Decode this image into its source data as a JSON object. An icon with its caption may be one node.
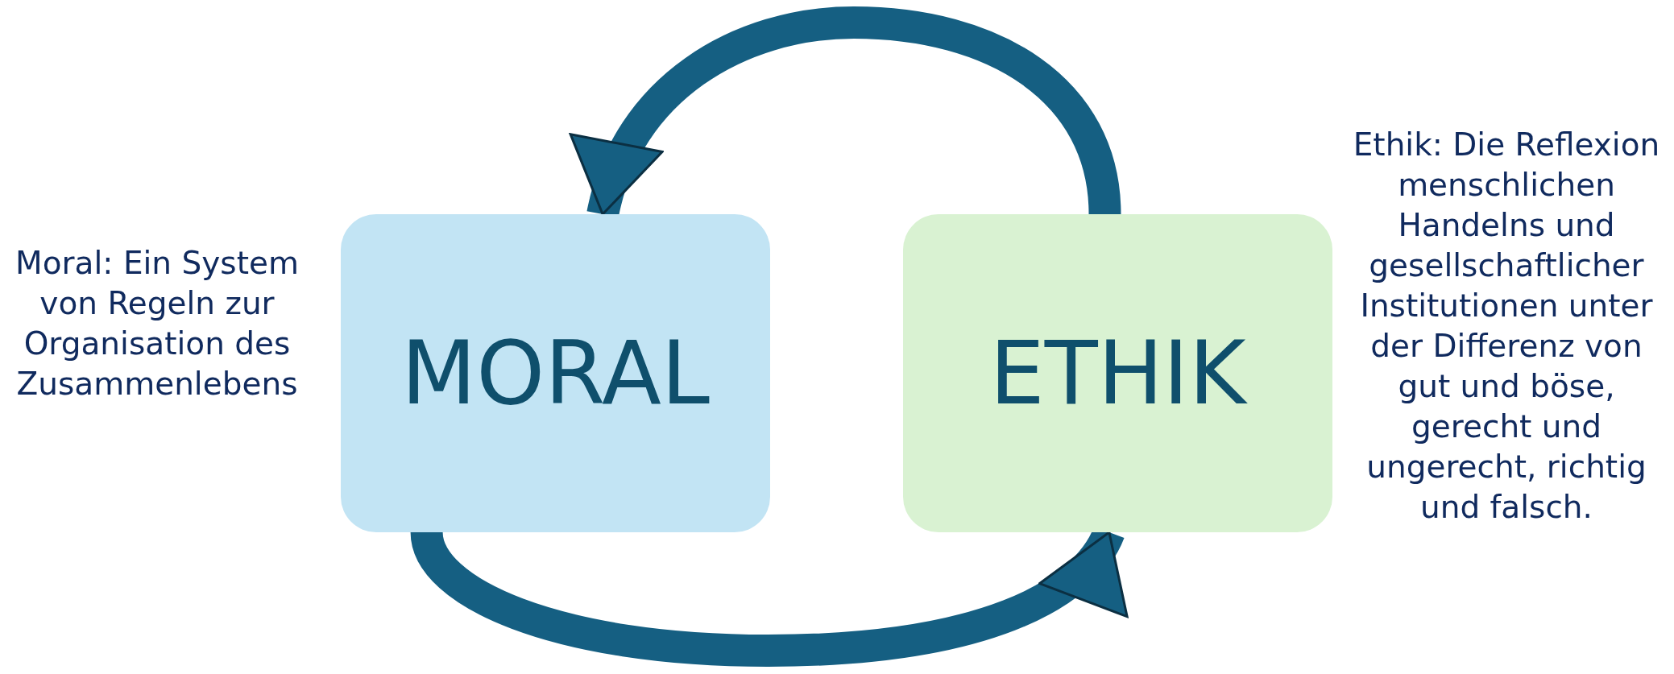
{
  "diagram": {
    "nodes": [
      {
        "text": [
          "MORAL"
        ],
        "beside": [
          "Moral: Ein System von Regeln zur Organisation des Zusammenlebens"
        ]
      },
      {
        "text": [
          "ETHIK"
        ],
        "beside": [
          "Ethik: Die Reflexion menschlichen Handelns und gesellschaftlicher Institutionen unter der Differenz von gut und böse, gerecht und ungerecht, richtig und falsch."
        ]
      }
    ],
    "edges": [
      {
        "from": 1,
        "to": 0,
        "arrow": "to"
      },
      {
        "from": 0,
        "to": 1,
        "arrow": "to"
      }
    ]
  }
}
